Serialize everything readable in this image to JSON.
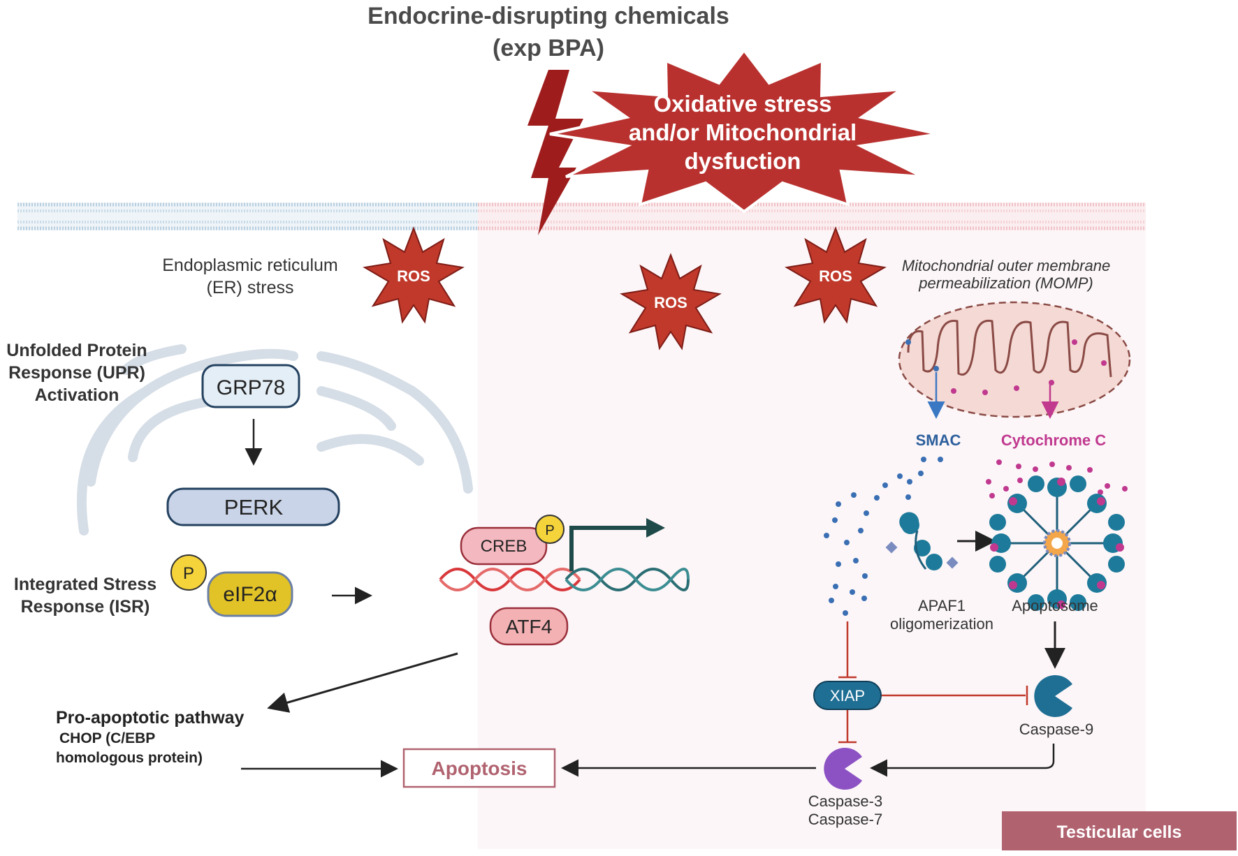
{
  "header": {
    "title_line1": "Endocrine-disrupting chemicals",
    "title_line2": "(exp BPA)"
  },
  "burst": {
    "line1": "Oxidative stress",
    "line2": "and/or Mitochondrial",
    "line3": "dysfuction"
  },
  "ros_label": "ROS",
  "er": {
    "stress_line1": "Endoplasmic reticulum",
    "stress_line2": "(ER) stress",
    "upr_line1": "Unfolded Protein",
    "upr_line2": "Response (UPR)",
    "upr_line3": "Activation",
    "grp78": "GRP78",
    "perk": "PERK",
    "isr_line1": "Integrated Stress",
    "isr_line2": "Response (ISR)",
    "p_label": "P",
    "eif2a": "eIF2α"
  },
  "nucleus": {
    "creb": "CREB",
    "p_label": "P",
    "atf4": "ATF4"
  },
  "pathway": {
    "title": "Pro-apoptotic pathway",
    "chop_line1": "CHOP (C/EBP",
    "chop_line2": "homologous protein)",
    "apoptosis": "Apoptosis"
  },
  "mito": {
    "momp_line1": "Mitochondrial outer membrane",
    "momp_line2": "permeabilization (MOMP)",
    "smac": "SMAC",
    "cytochrome": "Cytochrome C",
    "apaf1_line1": "APAF1",
    "apaf1_line2": "oligomerization",
    "apoptosome": "Apoptosome",
    "xiap": "XIAP",
    "caspase9": "Caspase-9",
    "caspase37_line1": "Caspase-3",
    "caspase37_line2": "Caspase-7"
  },
  "footer_badge": "Testicular cells",
  "colors": {
    "burst_red": "#b8312f",
    "ros_red": "#c0392b",
    "membrane_blue": "#c5d7e3",
    "membrane_pink": "#f3c9cd",
    "panel_pink": "#fcf6f8",
    "smac_blue": "#2b5e9c",
    "cyto_magenta": "#c0398f",
    "caspase9_blue": "#1f6e94",
    "caspase37_purple": "#8c52c4",
    "badge": "#b0626f"
  }
}
